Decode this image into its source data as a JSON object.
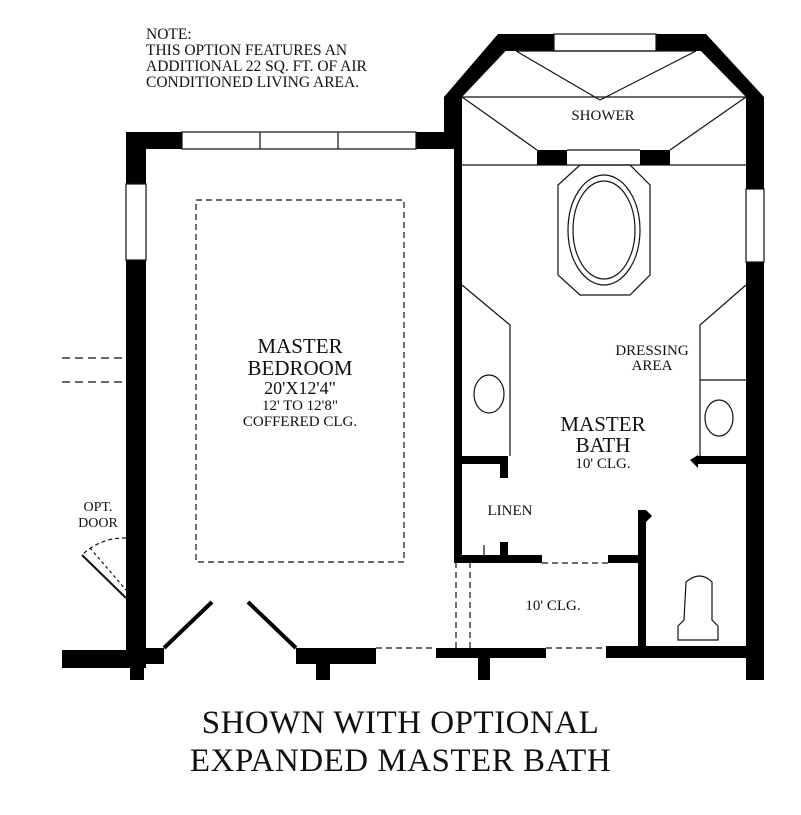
{
  "note": {
    "lines": [
      "NOTE:",
      "THIS OPTION FEATURES AN",
      "ADDITIONAL 22 SQ. FT. OF AIR",
      "CONDITIONED LIVING AREA."
    ]
  },
  "rooms": {
    "bedroom": {
      "line1": "MASTER",
      "line2": "BEDROOM",
      "dimensions": "20'X12'4\"",
      "ceiling_height": "12' TO 12'8\"",
      "ceiling_type": "COFFERED CLG."
    },
    "shower": "SHOWER",
    "dressing": {
      "line1": "DRESSING",
      "line2": "AREA"
    },
    "bath": {
      "line1": "MASTER",
      "line2": "BATH",
      "ceiling": "10' CLG."
    },
    "linen": "LINEN",
    "hall_ceiling": "10' CLG.",
    "opt_door": {
      "line1": "OPT.",
      "line2": "DOOR"
    }
  },
  "caption": {
    "line1": "SHOWN WITH OPTIONAL",
    "line2": "EXPANDED MASTER BATH"
  },
  "colors": {
    "wall": "#000000",
    "background": "#ffffff",
    "line": "#111111"
  }
}
